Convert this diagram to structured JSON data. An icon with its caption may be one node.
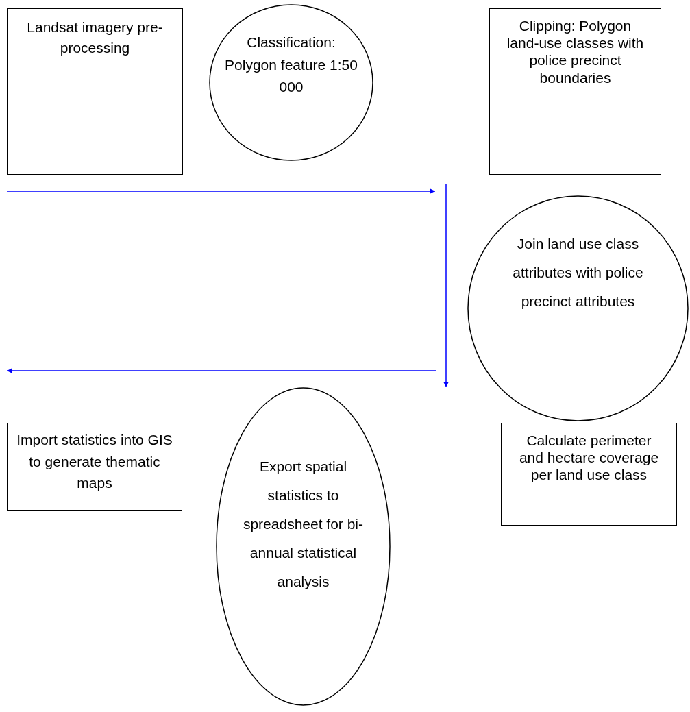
{
  "diagram": {
    "nodes": [
      {
        "text": [
          "Landsat imagery pre-processing"
        ]
      },
      {
        "text": [
          "Classification: Polygon feature 1:50 000"
        ]
      },
      {
        "text": [
          "Clipping: Polygon land-use classes with police precinct boundaries"
        ]
      },
      {
        "text": [
          "Join land use class attributes with police precinct attributes"
        ]
      },
      {
        "text": [
          "Import statistics into GIS to generate thematic maps"
        ]
      },
      {
        "text": [
          "Export spatial statistics to spreadsheet for bi-annual statistical analysis"
        ]
      },
      {
        "text": [
          "Calculate perimeter and hectare coverage per land use class"
        ]
      }
    ],
    "edges": []
  }
}
